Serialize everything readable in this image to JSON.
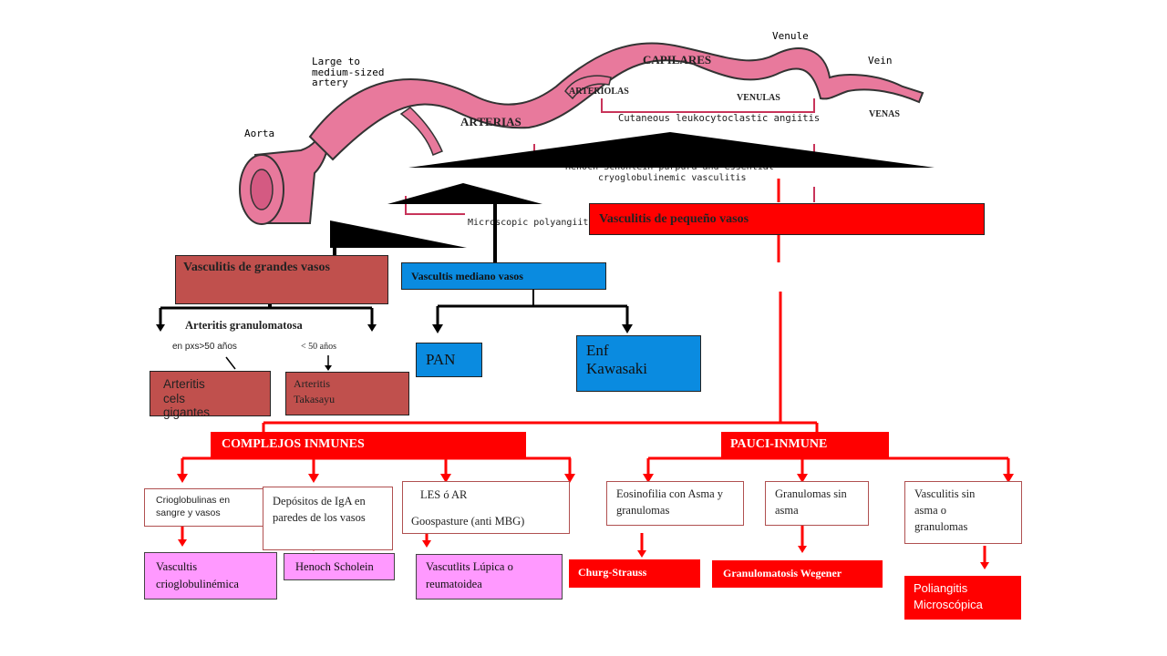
{
  "vessel_labels": {
    "aorta": "Aorta",
    "large_medium_artery": "Large to\nmedium-sized\nartery",
    "venule": "Venule",
    "vein": "Vein",
    "capilares": "CAPILARES",
    "arteriolas": "ARTERIOLAS",
    "venulas": "VENULAS",
    "venas": "VENAS",
    "arterias": "ARTERIAS"
  },
  "overlay_text": {
    "cutaneous": "Cutaneous leukocytoclastic angiitis",
    "henoch_line": "Henoch-Schonlein purpura and essential",
    "cryo_line": "cryoglobulinemic vasculitis",
    "microscopic": "Microscopic polyangiitis"
  },
  "categories": {
    "large": "Vasculitis de grandes vasos",
    "medium": "Vascultis mediano vasos",
    "small": "Vasculitis de pequeño vasos"
  },
  "large_branch": {
    "title": "Arteritis granulomatosa",
    "age_left": "en pxs>50 años",
    "age_right": "< 50 años",
    "giant_cell": "Arteritis cels gigantes",
    "takayasu": "Arteritis Takasayu"
  },
  "medium_branch": {
    "pan": "PAN",
    "kawasaki": "Enf Kawasaki"
  },
  "immune": {
    "complejos": "COMPLEJOS INMUNES",
    "pauci": "PAUCI-INMUNE"
  },
  "criteria": {
    "crio": "Crioglobulinas en sangre y vasos",
    "iga": "Depósitos de IgA en paredes de los vasos",
    "les_ar": "LES ó AR",
    "goodpasture": "Goospasture (anti MBG)",
    "eosinofilia": "Eosinofilia con Asma y granulomas",
    "granulomas": "Granulomas sin asma",
    "sin_granulomas": "Vasculitis sin asma o granulomas"
  },
  "diseases": {
    "crioglobulinemica": "Vascultis crioglobulinémica",
    "henoch": "Henoch Scholein",
    "lupica": "Vascutlits Lúpica o reumatoidea",
    "churg": "Churg-Strauss",
    "wegener": "Granulomatosis Wegener",
    "poliangitis": "Poliangitis Microscópica"
  },
  "colors": {
    "vessel": "#e8799c",
    "red": "#ff0000",
    "pink": "#ff99ff",
    "blue": "#0a8be0",
    "brick": "#c0504d",
    "crimson_line": "#c8345a"
  }
}
